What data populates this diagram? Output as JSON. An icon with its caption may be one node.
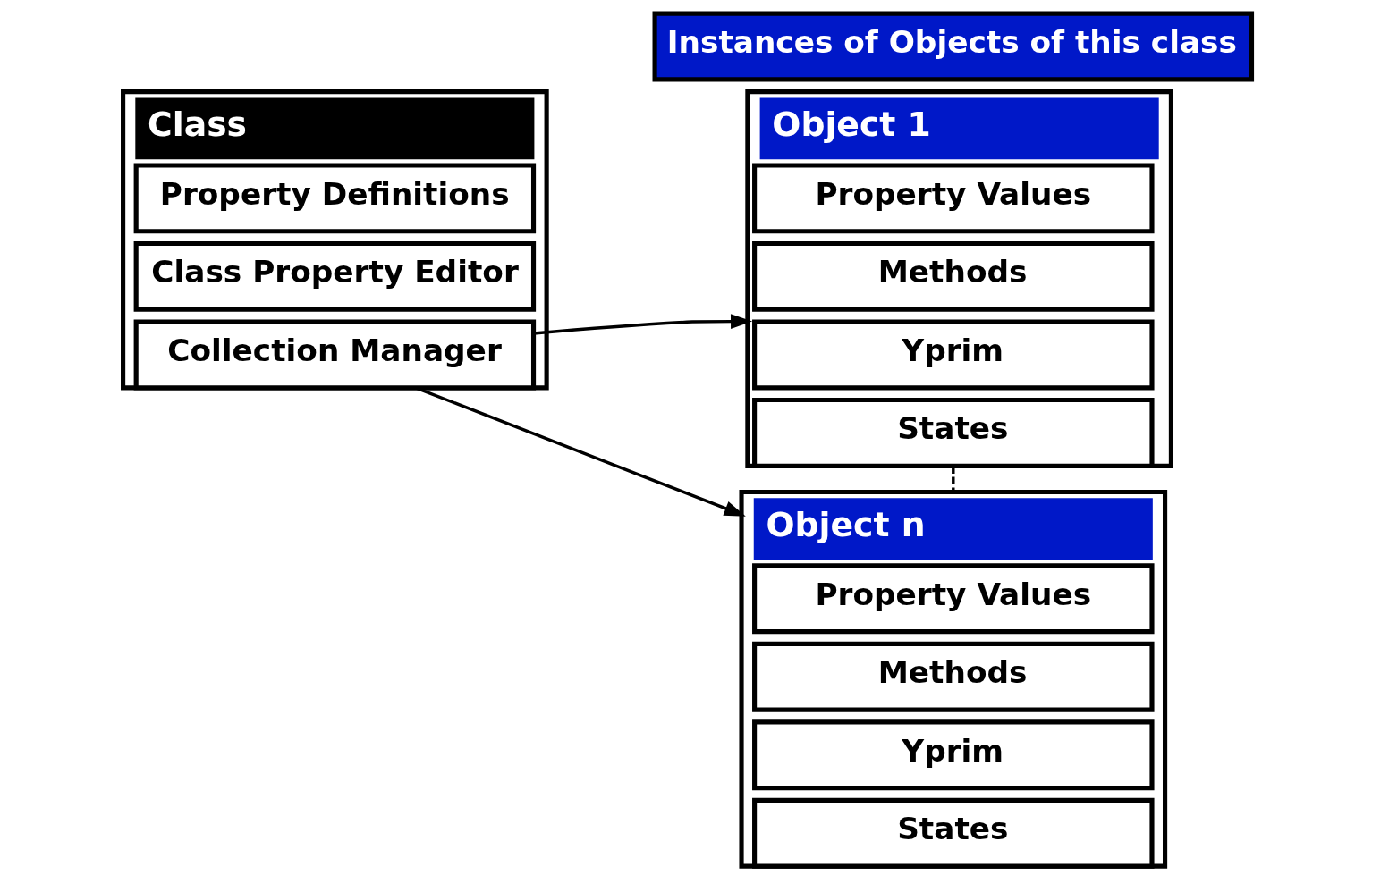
{
  "diagram": {
    "nodes": [
      {
        "text": [
          "Class"
        ]
      },
      {
        "text": [
          "Property Definitions"
        ],
        "in": 0
      },
      {
        "text": [
          "Class Property Editor"
        ],
        "in": 0
      },
      {
        "text": [
          "Collection Manager"
        ],
        "in": 0
      },
      {
        "text": [
          "Instances of Objects of this class"
        ]
      },
      {
        "text": [
          "Object 1"
        ]
      },
      {
        "text": [
          "Property Values"
        ],
        "in": 5
      },
      {
        "text": [
          "Methods"
        ],
        "in": 5
      },
      {
        "text": [
          "Yprim"
        ],
        "in": 5
      },
      {
        "text": [
          "States"
        ],
        "in": 5
      },
      {
        "text": [
          "Object n"
        ]
      },
      {
        "text": [
          "Property Values"
        ],
        "in": 10
      },
      {
        "text": [
          "Methods"
        ],
        "in": 10
      },
      {
        "text": [
          "Yprim"
        ],
        "in": 10
      },
      {
        "text": [
          "States"
        ],
        "in": 10
      }
    ],
    "edges": [
      {
        "from": 3,
        "to": 5,
        "arrow": "to"
      },
      {
        "from": 3,
        "to": 10,
        "arrow": "to"
      },
      {
        "from": 9,
        "to": 10,
        "arrow": "none",
        "style": "dashed"
      }
    ]
  }
}
